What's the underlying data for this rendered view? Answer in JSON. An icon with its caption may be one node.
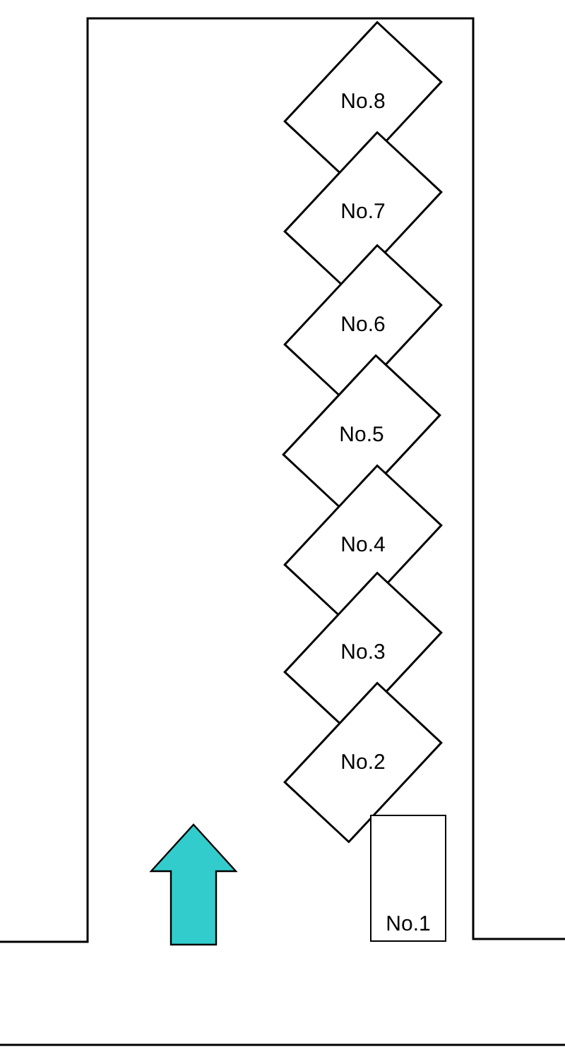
{
  "diagram": {
    "nodes": [
      {
        "text": [
          "No.8"
        ]
      },
      {
        "text": [
          "No.7"
        ]
      },
      {
        "text": [
          "No.6"
        ]
      },
      {
        "text": [
          "No.5"
        ]
      },
      {
        "text": [
          "No.4"
        ]
      },
      {
        "text": [
          "No.3"
        ]
      },
      {
        "text": [
          "No.2"
        ]
      },
      {
        "text": [
          "No.1"
        ]
      }
    ]
  }
}
